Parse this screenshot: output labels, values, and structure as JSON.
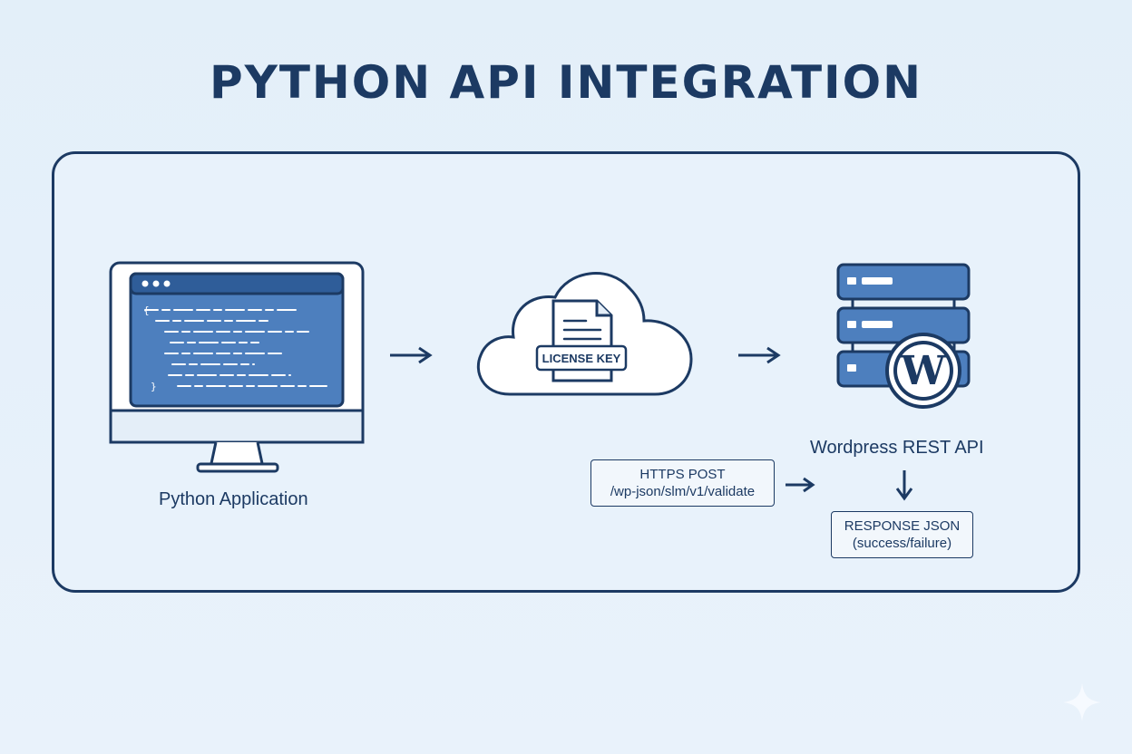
{
  "title": "PYTHON API INTEGRATION",
  "nodes": {
    "python_app": {
      "label": "Python Application",
      "icon": "monitor-code-icon"
    },
    "cloud": {
      "badge": "LICENSE KEY",
      "icon": "cloud-document-icon"
    },
    "server": {
      "label": "Wordpress REST API",
      "icon": "wordpress-server-icon"
    }
  },
  "request": {
    "line1": "HTTPS POST",
    "line2": "/wp-json/slm/v1/validate"
  },
  "response": {
    "line1": "RESPONSE JSON",
    "line2": "(success/failure)"
  },
  "colors": {
    "primary": "#1c3a63",
    "accent": "#4a79b8",
    "background": "#e6f0fa"
  }
}
